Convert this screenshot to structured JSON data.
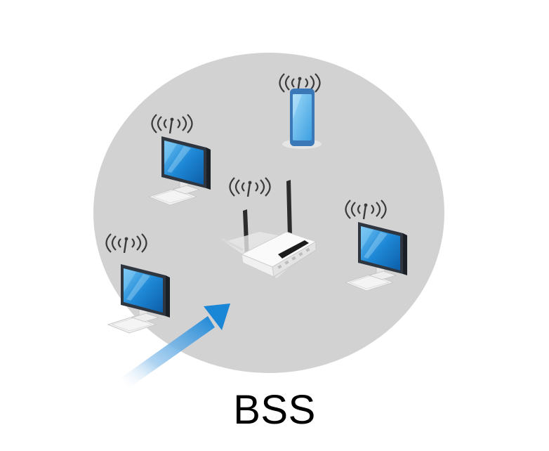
{
  "diagram": {
    "label": "BSS",
    "nodes": [
      {
        "role": "access-point",
        "icon": "wireless-router-icon"
      },
      {
        "role": "station",
        "icon": "smartphone-icon"
      },
      {
        "role": "station",
        "icon": "desktop-computer-icon"
      },
      {
        "role": "station",
        "icon": "desktop-computer-icon"
      },
      {
        "role": "station",
        "icon": "desktop-computer-icon"
      }
    ],
    "signal_icon": "wifi-signal-icon",
    "arrow_icon": "arrow-icon",
    "colors": {
      "bss_area": "#d3d2d3",
      "arrow": "#1a86d6",
      "screen": "#1e88d6",
      "monitor_frame": "#2f3640",
      "router_body": "#f2f2f2",
      "signal": "#3a3a3a",
      "phone_screen": "#5bb8ec",
      "phone_frame": "#3a78b8"
    }
  }
}
